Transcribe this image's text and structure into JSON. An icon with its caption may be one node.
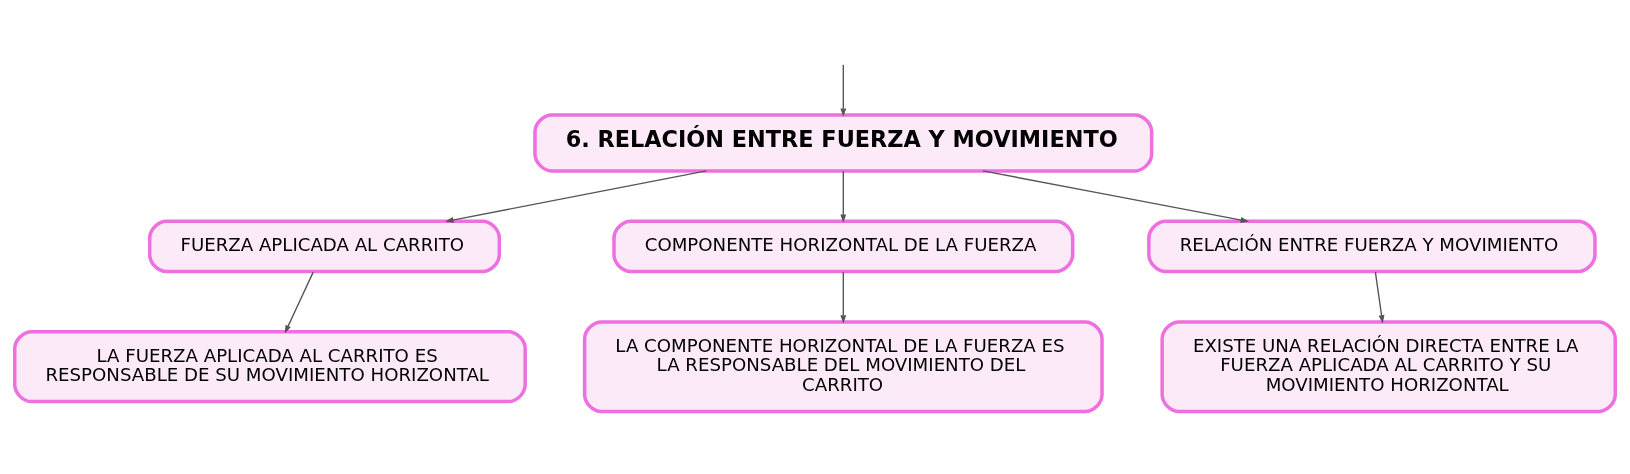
{
  "diagram": {
    "nodes": [
      {
        "text": [
          "6. RELACIÓN ENTRE FUERZA Y MOVIMIENTO"
        ]
      },
      {
        "text": [
          "FUERZA APLICADA AL CARRITO"
        ]
      },
      {
        "text": [
          "COMPONENTE HORIZONTAL DE LA FUERZA"
        ]
      },
      {
        "text": [
          "RELACIÓN ENTRE FUERZA Y MOVIMIENTO"
        ]
      },
      {
        "text": [
          "LA FUERZA APLICADA AL CARRITO ES RESPONSABLE DE SU MOVIMIENTO HORIZONTAL"
        ]
      },
      {
        "text": [
          "LA COMPONENTE HORIZONTAL DE LA FUERZA ES LA RESPONSABLE DEL MOVIMIENTO DEL CARRITO"
        ]
      },
      {
        "text": [
          "EXISTE UNA RELACIÓN DIRECTA ENTRE LA FUERZA APLICADA AL CARRITO Y SU MOVIMIENTO HORIZONTAL"
        ]
      }
    ],
    "edges": [
      {
        "from": null,
        "to": 0,
        "arrow": "to"
      },
      {
        "from": 0,
        "to": 1,
        "arrow": "to"
      },
      {
        "from": 0,
        "to": 2,
        "arrow": "to"
      },
      {
        "from": 0,
        "to": 3,
        "arrow": "to"
      },
      {
        "from": 1,
        "to": 4,
        "arrow": "to"
      },
      {
        "from": 2,
        "to": 5,
        "arrow": "to"
      },
      {
        "from": 3,
        "to": 6,
        "arrow": "to"
      }
    ]
  }
}
